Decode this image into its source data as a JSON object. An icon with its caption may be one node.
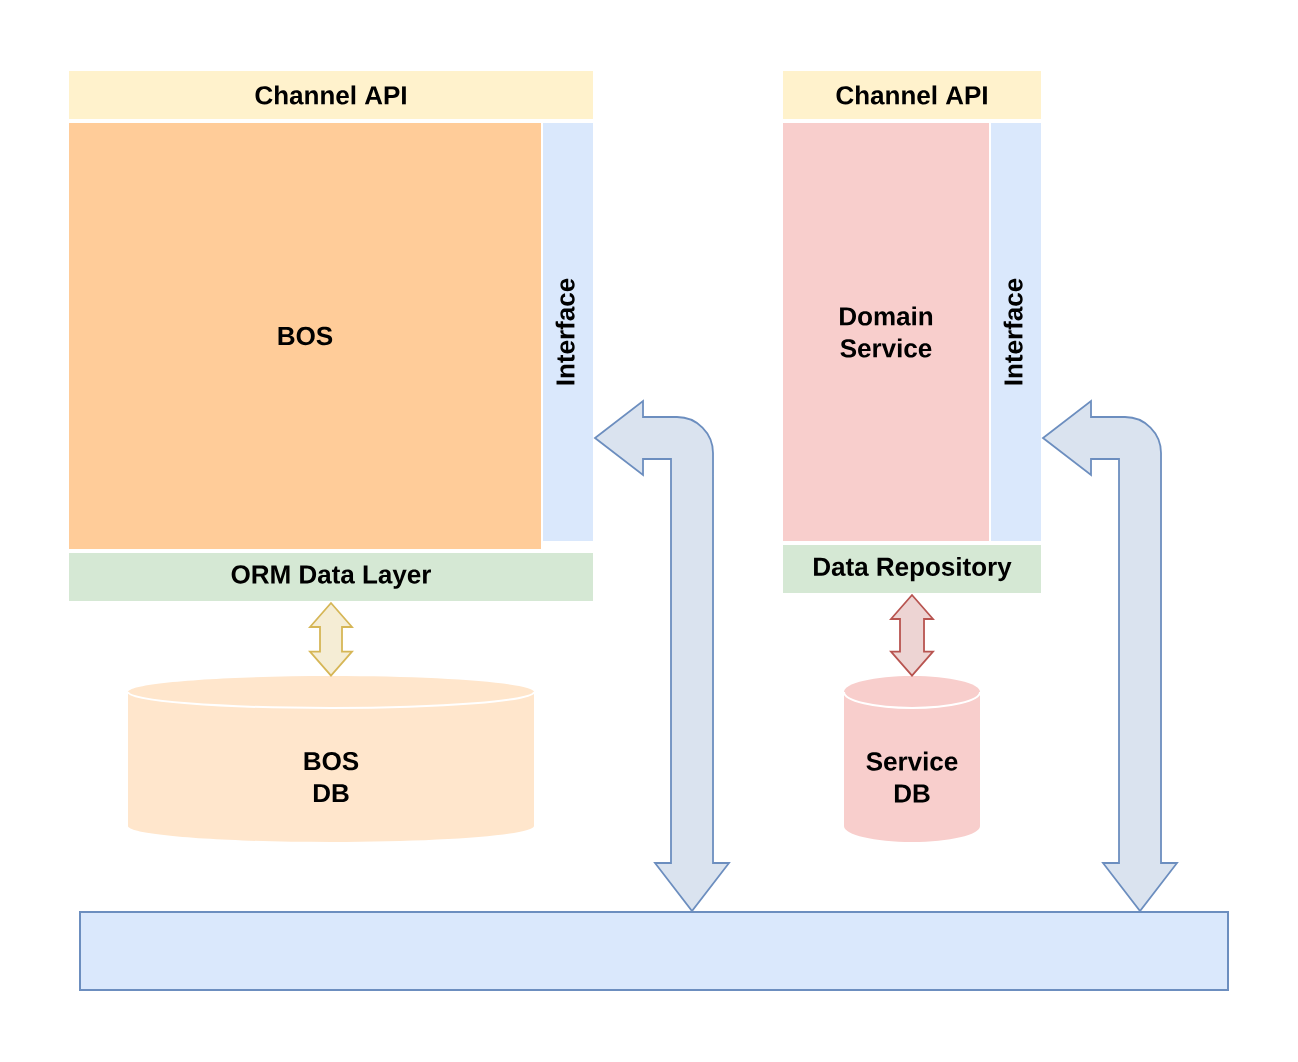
{
  "diagram": {
    "nodes": [
      {
        "text": [
          "Channel API"
        ]
      },
      {
        "text": [
          "BOS"
        ]
      },
      {
        "text": [
          "Interface"
        ]
      },
      {
        "text": [
          "ORM Data Layer"
        ]
      },
      {
        "text": [
          "BOS DB"
        ]
      },
      {
        "text": [
          "Channel API"
        ]
      },
      {
        "text": [
          "Domain Service"
        ]
      },
      {
        "text": [
          "Interface"
        ]
      },
      {
        "text": [
          "Data Repository"
        ]
      },
      {
        "text": [
          "Service DB"
        ]
      },
      {
        "text": [],
        "shape": "box"
      }
    ],
    "edges": [
      {
        "from": 3,
        "to": 4,
        "arrow": "both",
        "color": "#d6b656"
      },
      {
        "from": 2,
        "to": 10,
        "arrow": "both"
      },
      {
        "from": 8,
        "to": 9,
        "arrow": "both",
        "color": "#b85450"
      },
      {
        "from": 7,
        "to": 10,
        "arrow": "both"
      }
    ]
  }
}
